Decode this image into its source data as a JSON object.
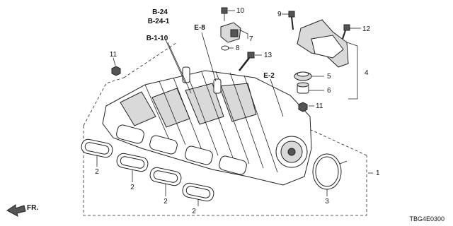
{
  "refs": {
    "b24": "B-24",
    "b241": "B-24-1",
    "b110": "B-1-10",
    "e8": "E-8",
    "e2": "E-2"
  },
  "callouts": {
    "c1": "1",
    "c2a": "2",
    "c2b": "2",
    "c2c": "2",
    "c2d": "2",
    "c3": "3",
    "c4": "4",
    "c5": "5",
    "c6": "6",
    "c7": "7",
    "c8": "8",
    "c9": "9",
    "c10": "10",
    "c11a": "11",
    "c11b": "11",
    "c12": "12",
    "c13": "13"
  },
  "front_label": "FR.",
  "diagram_code": "TBG4E0300"
}
